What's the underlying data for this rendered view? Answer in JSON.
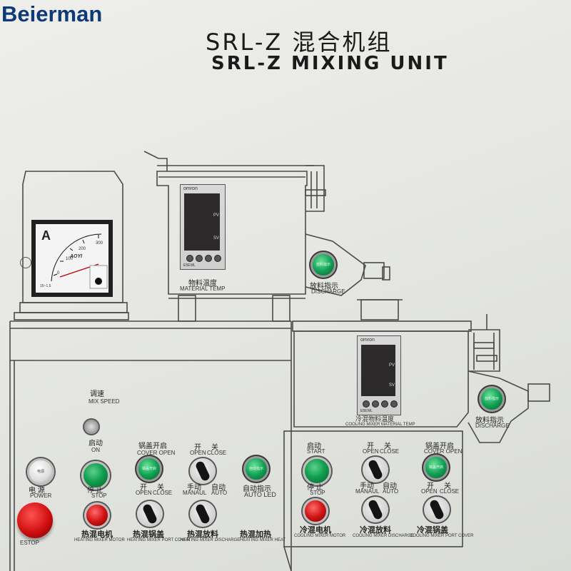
{
  "brand": "Beierman",
  "title": {
    "chinese": "SRL-Z 混合机组",
    "english": "SRL-Z MIXING UNIT"
  },
  "ammeter": {
    "unit_symbol": "A",
    "ticks": [
      "0",
      "100",
      "200",
      "300"
    ],
    "brand": "AOYI",
    "spec": "15~1.5"
  },
  "heating_temp_controller": {
    "brand": "omron",
    "pv": "PV",
    "sv": "SV",
    "model": "E5EWL",
    "label_cn": "物料温度",
    "label_en": "MATERIAL TEMP"
  },
  "cooling_temp_controller": {
    "brand": "omron",
    "pv": "PV",
    "sv": "SV",
    "model": "E5EWL",
    "label_cn": "冷混物料温度",
    "label_en": "COOLING MIXER MATERIAL TEMP"
  },
  "discharge_indicator_top": {
    "label_cn": "放料指示",
    "label_en": "DISCHARGE",
    "lamp_text": "放料指示"
  },
  "discharge_indicator_right": {
    "label_cn": "放料指示",
    "label_en": "DISCHARGE",
    "lamp_text": "放料指示"
  },
  "speed": {
    "label_cn": "调速",
    "label_en": "MIX SPEED"
  },
  "power": {
    "label_cn": "电    源",
    "label_en": "POWER",
    "lamp_text": "电源"
  },
  "estop": {
    "label_en": "ESTOP"
  },
  "heating_motor": {
    "start_cn": "启动",
    "start_en": "ON",
    "stop_cn": "停   止",
    "stop_en": "STOP",
    "label_cn": "热混电机",
    "label_en": "HEATING MIXER MOTOR"
  },
  "heating_cover": {
    "open_indicator_cn": "锅盖开启",
    "open_indicator_en": "COVER OPEN",
    "lamp_text": "锅盖开启",
    "open_cn": "开",
    "close_cn": "关",
    "open_en": "OPEN",
    "close_en": "CLOSE",
    "label_cn": "热混锅盖",
    "label_en": "HEATING MIXER PORT COVER"
  },
  "heating_discharge": {
    "open_cn": "开",
    "close_cn": "关",
    "open_en": "OPEN",
    "close_en": "CLOSE",
    "manual_cn": "手动",
    "auto_cn": "自动",
    "manual_en": "MANAUL",
    "auto_en": "AUTO",
    "label_cn": "热混放料",
    "label_en": "HEATING MIXER DISCHARGE"
  },
  "heating_heat": {
    "auto_led_cn": "自动指示",
    "auto_led_en": "AUTO LED",
    "lamp_text": "自动指示",
    "label_cn": "热混加热",
    "label_en": "HEATING MIXER HEAT"
  },
  "cooling_motor": {
    "start_cn": "启动",
    "start_en": "START",
    "stop_cn": "停   止",
    "stop_en": "STOP",
    "label_cn": "冷混电机",
    "label_en": "COOLING MIXER MOTOR"
  },
  "cooling_discharge": {
    "open_cn": "开",
    "close_cn": "关",
    "open_en": "OPEN",
    "close_en": "CLOSE",
    "manual_cn": "手动",
    "auto_cn": "自动",
    "manual_en": "MANAUL",
    "auto_en": "AUTO",
    "label_cn": "冷混放料",
    "label_en": "COOLING MIXER DISCHARGE"
  },
  "cooling_cover": {
    "open_indicator_cn": "锅盖开启",
    "open_indicator_en": "COVER OPEN",
    "lamp_text": "锅盖开启",
    "open_cn": "开",
    "close_cn": "关",
    "open_en": "OPEN",
    "close_en": "CLOSE",
    "label_cn": "冷混锅盖",
    "label_en": "COOLING MIXER PORT COVER"
  }
}
